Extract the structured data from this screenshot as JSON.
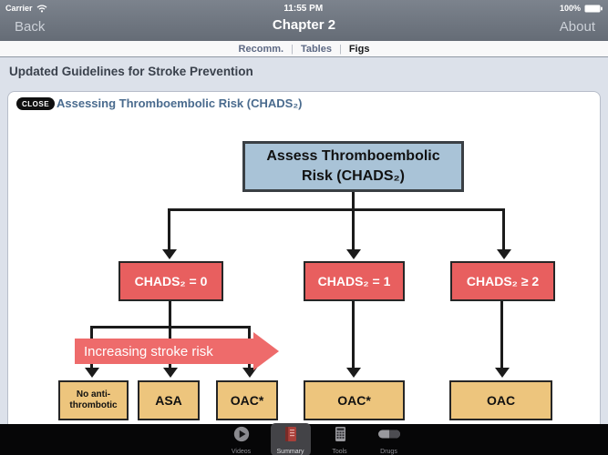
{
  "status_bar": {
    "carrier": "Carrier",
    "time": "11:55 PM",
    "battery_percent": "100%"
  },
  "nav_bar": {
    "back_label": "Back",
    "title": "Chapter 2",
    "about_label": "About"
  },
  "subnav": {
    "separator": "|",
    "items": [
      {
        "label": "Recomm.",
        "active": false
      },
      {
        "label": "Tables",
        "active": false
      },
      {
        "label": "Figs",
        "active": true
      }
    ]
  },
  "page": {
    "title": "Updated Guidelines for Stroke Prevention"
  },
  "figure": {
    "close_label": "CLOSE",
    "title": "Assessing Thromboembolic Risk (CHADS₂)",
    "flowchart": {
      "root": "Assess Thromboembolic Risk (CHADS₂)",
      "branches": [
        "CHADS₂ = 0",
        "CHADS₂ = 1",
        "CHADS₂ ≥ 2"
      ],
      "banner": "Increasing stroke risk",
      "outcomes": [
        "No anti-thrombotic",
        "ASA",
        "OAC*",
        "OAC*",
        "OAC"
      ]
    },
    "colors": {
      "root_box": "#a9c3d7",
      "branch_box": "#e85f5f",
      "outcome_box": "#edc57d",
      "banner_arrow": "#ee6b6b",
      "connector": "#1b1b1b"
    }
  },
  "toolbar": {
    "items": [
      {
        "label": "Videos",
        "icon": "play-circle-icon",
        "active": false
      },
      {
        "label": "Summary",
        "icon": "book-icon",
        "active": true
      },
      {
        "label": "Tools",
        "icon": "calculator-icon",
        "active": false
      },
      {
        "label": "Drugs",
        "icon": "pill-icon",
        "active": false
      }
    ]
  }
}
